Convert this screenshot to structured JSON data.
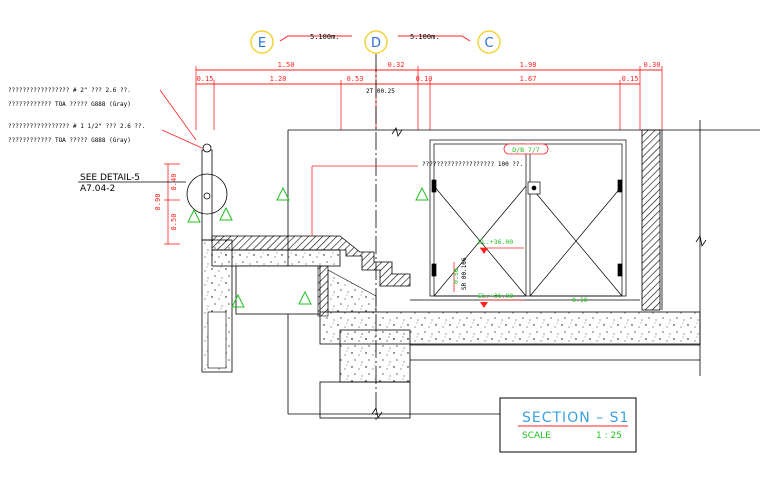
{
  "grid_bubbles": {
    "e": "E",
    "d": "D",
    "c": "C"
  },
  "grid_spacing": {
    "ed": "5.100m.",
    "dc": "5.100m."
  },
  "dims_top": {
    "d1": "1.50",
    "d2": "0.32",
    "d3": "1.98",
    "d4": "0.30"
  },
  "dims_row2": {
    "d1": "0.15",
    "d2": "1.20",
    "d3": "0.53",
    "d4": "0.10",
    "d5": "1.67",
    "d6": "0.15"
  },
  "dim_notes": {
    "below_row2": "2T 00.25"
  },
  "dims_left": {
    "d1": "0.40",
    "d2": "0.90",
    "d3": "0.50"
  },
  "notes": {
    "note1_line1": "????????????????? # 2\" ??? 2.6 ??.",
    "note1_line2": "???????????? TOA ????? G888 (Gray)",
    "note2_line1": "????????????????? # 1 1/2\" ??? 2.6 ??.",
    "note2_line2": "???????????? TOA ????? G888 (Gray)",
    "door_note": "???????????????????? 100 ??.",
    "door_tag": "D/B 7/7"
  },
  "detail_ref": {
    "line1": "SEE DETAIL-5",
    "line2": "A7.04-2"
  },
  "levels": {
    "upper": "EL.+36.00",
    "lower": "EL.+36.00"
  },
  "misc_dims": {
    "v1": "0.50",
    "v2": "SR 00.166",
    "h1": "0.10"
  },
  "title_block": {
    "title": "SECTION – S1",
    "scale_label": "SCALE",
    "scale_value": "1 : 25"
  }
}
